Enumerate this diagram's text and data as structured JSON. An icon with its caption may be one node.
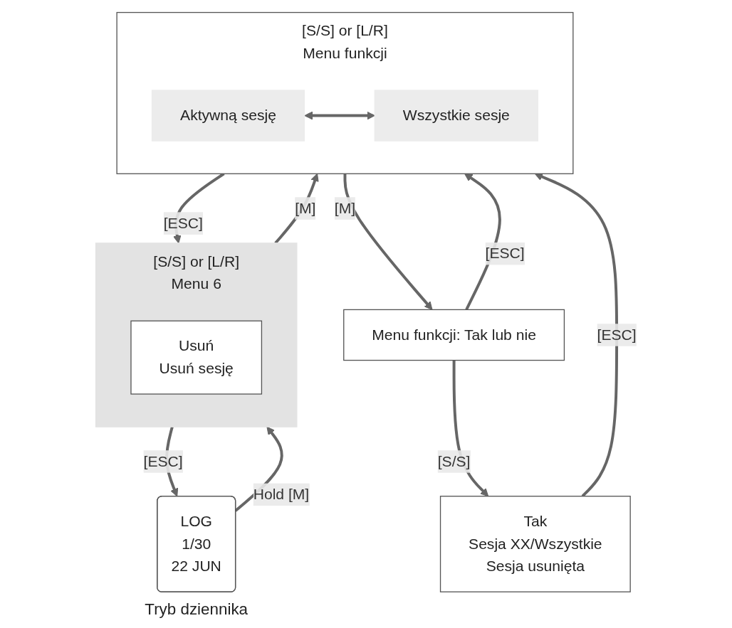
{
  "diagram": {
    "nodes": [
      {
        "text": [
          "LOG",
          "1/30",
          "22 JUN"
        ],
        "beside": [
          "Tryb dziennika"
        ]
      },
      {
        "text": [
          "[S/S] or [L/R]",
          "Menu 6"
        ]
      },
      {
        "text": [
          "Usuń",
          "Usuń sesję"
        ],
        "in": 1
      },
      {
        "text": [
          "[S/S] or [L/R]",
          "Menu funkcji"
        ]
      },
      {
        "text": [
          "Aktywną sesję"
        ],
        "in": 3
      },
      {
        "text": [
          "Wszystkie sesje"
        ],
        "in": 3
      },
      {
        "text": [
          "Menu funkcji: Tak lub nie"
        ]
      },
      {
        "text": [
          "Tak",
          "Sesja XX/Wszystkie",
          "Sesja usunięta"
        ]
      }
    ],
    "edges": [
      {
        "from": 0,
        "to": 1,
        "arrow": "to",
        "label": "Hold [M]"
      },
      {
        "from": 1,
        "to": 0,
        "arrow": "to",
        "label": "[ESC]"
      },
      {
        "from": 1,
        "to": 3,
        "arrow": "to",
        "label": "[M]"
      },
      {
        "from": 3,
        "to": 1,
        "arrow": "to",
        "label": "[ESC]"
      },
      {
        "from": 4,
        "to": 5,
        "arrow": "both"
      },
      {
        "from": 3,
        "to": 6,
        "arrow": "to",
        "label": "[M]"
      },
      {
        "from": 6,
        "to": 3,
        "arrow": "to",
        "label": "[ESC]"
      },
      {
        "from": 6,
        "to": 7,
        "arrow": "to",
        "label": "[S/S]"
      },
      {
        "from": 7,
        "to": 3,
        "arrow": "to",
        "label": "[ESC]"
      }
    ]
  }
}
